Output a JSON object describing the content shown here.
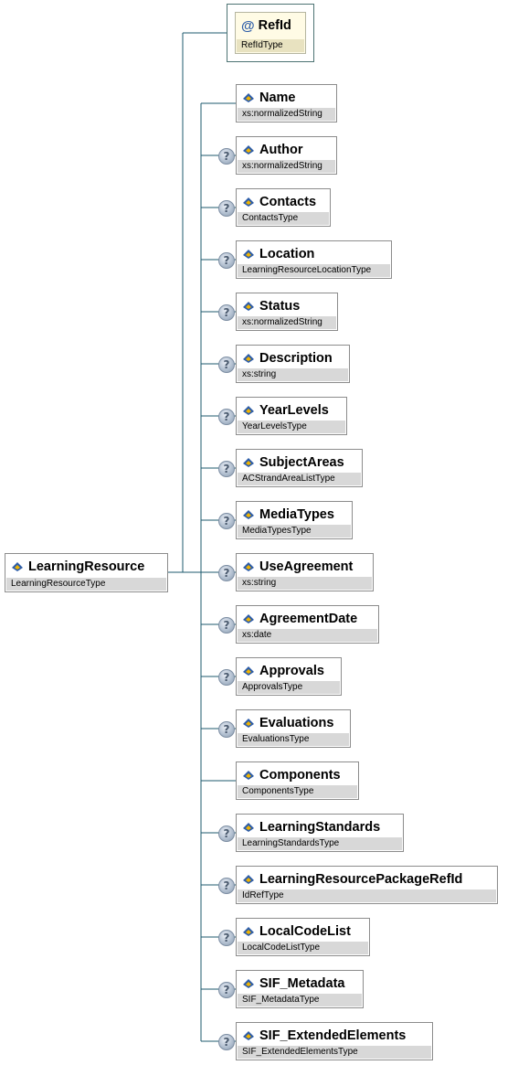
{
  "root": {
    "name": "LearningResource",
    "type": "LearningResourceType"
  },
  "attribute": {
    "name": "RefId",
    "type": "RefIdType"
  },
  "children": [
    {
      "name": "Name",
      "type": "xs:normalizedString",
      "optional": false
    },
    {
      "name": "Author",
      "type": "xs:normalizedString",
      "optional": true
    },
    {
      "name": "Contacts",
      "type": "ContactsType",
      "optional": true
    },
    {
      "name": "Location",
      "type": "LearningResourceLocationType",
      "optional": true
    },
    {
      "name": "Status",
      "type": "xs:normalizedString",
      "optional": true
    },
    {
      "name": "Description",
      "type": "xs:string",
      "optional": true
    },
    {
      "name": "YearLevels",
      "type": "YearLevelsType",
      "optional": true
    },
    {
      "name": "SubjectAreas",
      "type": "ACStrandAreaListType",
      "optional": true
    },
    {
      "name": "MediaTypes",
      "type": "MediaTypesType",
      "optional": true
    },
    {
      "name": "UseAgreement",
      "type": "xs:string",
      "optional": true
    },
    {
      "name": "AgreementDate",
      "type": "xs:date",
      "optional": true
    },
    {
      "name": "Approvals",
      "type": "ApprovalsType",
      "optional": true
    },
    {
      "name": "Evaluations",
      "type": "EvaluationsType",
      "optional": true
    },
    {
      "name": "Components",
      "type": "ComponentsType",
      "optional": false
    },
    {
      "name": "LearningStandards",
      "type": "LearningStandardsType",
      "optional": true
    },
    {
      "name": "LearningResourcePackageRefId",
      "type": "IdRefType",
      "optional": true
    },
    {
      "name": "LocalCodeList",
      "type": "LocalCodeListType",
      "optional": true
    },
    {
      "name": "SIF_Metadata",
      "type": "SIF_MetadataType",
      "optional": true
    },
    {
      "name": "SIF_ExtendedElements",
      "type": "SIF_ExtendedElementsType",
      "optional": true
    }
  ],
  "colors": {
    "line": "#1c5a6e",
    "icon_blue": "#2d5da8",
    "icon_gold": "#f0b400"
  }
}
